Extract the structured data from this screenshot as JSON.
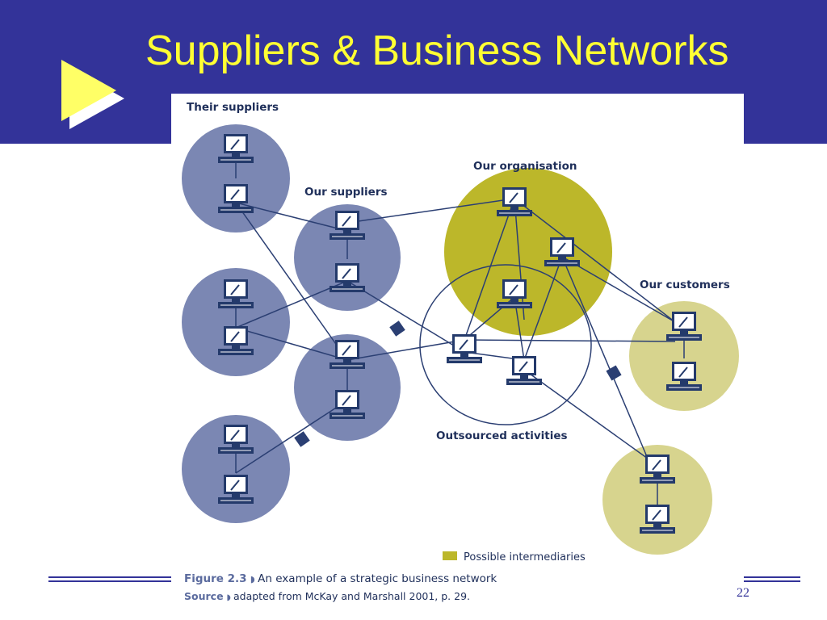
{
  "slide": {
    "title": "Suppliers & Business Networks",
    "page_number": "22"
  },
  "colors": {
    "header": "#333399",
    "title_text": "#ffff33",
    "supplier_circle": "#7b87b3",
    "organisation_circle": "#bcb72a",
    "customer_circle": "#d7d48e",
    "line": "#2b3f73",
    "figure_label": "#5b6b9e"
  },
  "diagram": {
    "groups": {
      "their_suppliers": "Their suppliers",
      "our_suppliers": "Our suppliers",
      "our_organisation": "Our organisation",
      "our_customers": "Our customers",
      "outsourced_activities": "Outsourced activities"
    },
    "legend": {
      "possible_intermediaries": "Possible intermediaries"
    },
    "node_icon": "computer-icon",
    "connector_icon": "intermediary-diamond-icon"
  },
  "caption": {
    "figure_label": "Figure 2.3",
    "figure_text": "An example of a strategic business network",
    "source_label": "Source",
    "source_text": "adapted from McKay and Marshall 2001, p. 29."
  }
}
